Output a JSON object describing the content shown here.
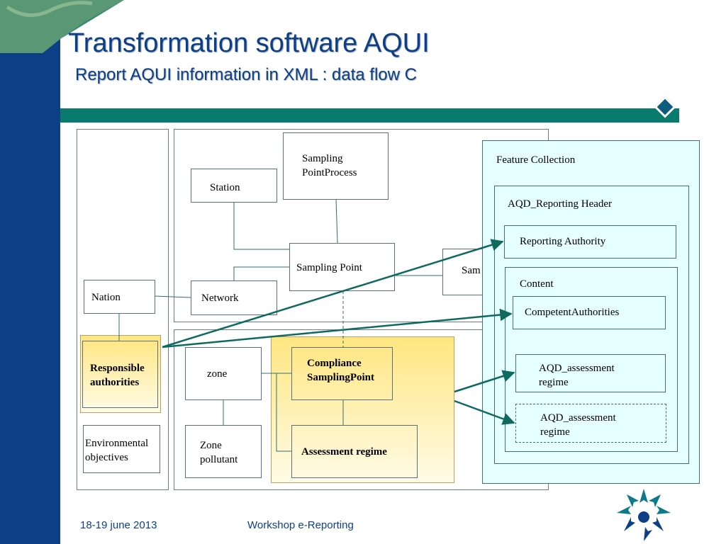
{
  "slide": {
    "title": "Transformation software AQUI",
    "subtitle": "Report AQUI information in XML : data flow C"
  },
  "diagram": {
    "station": "Station",
    "sampling_point_process": "Sampling\nPointProcess",
    "sampling_point": "Sampling Point",
    "sampling_truncated": "Sam",
    "network": "Network",
    "nation": "Nation",
    "responsible_authorities": "Responsible\nauthorities",
    "environmental_objectives": "Environmental\nobjectives",
    "zone": "zone",
    "zone_pollutant": "Zone\npollutant",
    "compliance_sampling_point": "Compliance\nSamplingPoint",
    "assessment_regime": "Assessment regime",
    "feature_collection": "Feature Collection",
    "reporting_header": "AQD_Reporting Header",
    "reporting_authority": "Reporting Authority",
    "content": "Content",
    "competent_authorities": "CompetentAuthorities",
    "aqd_assessment_regime_1": "AQD_assessment\nregime",
    "aqd_assessment_regime_2": "AQD_assessment\nregime"
  },
  "footer": {
    "date": "18-19 june 2013",
    "event": "Workshop e-Reporting"
  },
  "colors": {
    "title_blue": "#0d3f86",
    "band_teal": "#087a6e",
    "arrow_teal": "#0e6a5e",
    "yellow_highlight": "#ffe680",
    "cyan_panel": "#e6ffff"
  },
  "icons": {
    "logo": "eu-logo-icon",
    "diamond": "diamond-icon"
  }
}
